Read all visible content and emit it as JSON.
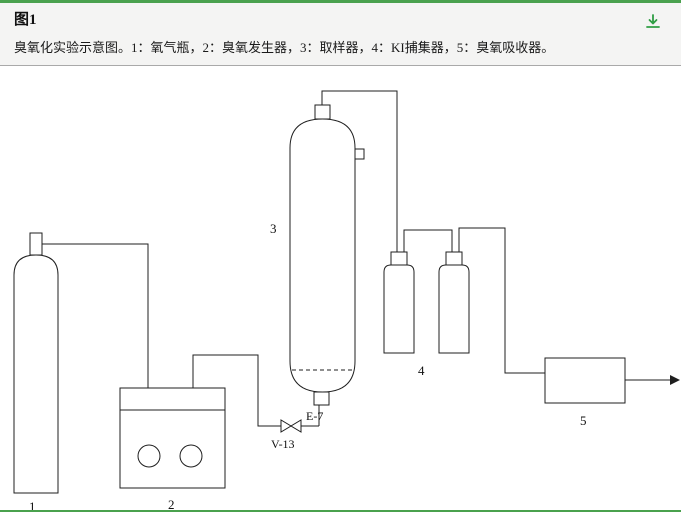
{
  "header": {
    "title": "图1",
    "caption": "臭氧化实验示意图。1：氧气瓶，2：臭氧发生器，3：取样器，4：KI捕集器，5：臭氧吸收器。"
  },
  "colors": {
    "accent_green": "#4aa14e",
    "download_icon": "#2f9e44",
    "line": "#1f1f1f",
    "header_bg": "#f4f4f3"
  },
  "diagram": {
    "labels": {
      "cylinder": "1",
      "generator": "2",
      "column": "3",
      "traps": "4",
      "absorber": "5",
      "port": "E-7",
      "valve": "V-13"
    }
  }
}
